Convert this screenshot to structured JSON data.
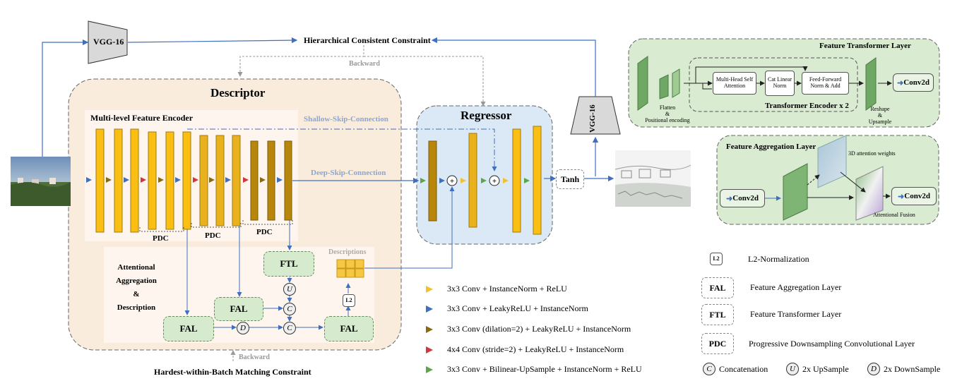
{
  "top_constraint": "Hierarchical Consistent Constraint",
  "vgg_label": "VGG-16",
  "backward_label": "Backward",
  "bottom_constraint": "Hardest-within-Batch Matching Constraint",
  "descriptor": {
    "title": "Descriptor",
    "encoder_title": "Multi-level Feature Encoder",
    "pdc_label": "PDC",
    "shallow_skip": "Shallow-Skip-Connection",
    "deep_skip": "Deep-Skip-Connection",
    "aad_title": [
      "Attentional",
      "Aggregation",
      "&",
      "Description"
    ],
    "ftl": "FTL",
    "fal": "FAL",
    "descriptions": "Descriptions",
    "l2": "L2",
    "ops": {
      "up": "U",
      "down": "D",
      "cat": "C"
    }
  },
  "regressor": {
    "title": "Regressor",
    "tanh": "Tanh"
  },
  "ftl_panel": {
    "title": "Feature Transformer Layer",
    "mha": "Multi-Head Self Attention",
    "cat": "Cat Linear Norm",
    "ff": "Feed-Forward Norm & Add",
    "encoder": "Transformer Encoder x 2",
    "flatten": [
      "Flatten",
      "&",
      "Positional encoding"
    ],
    "reshape": [
      "Reshape",
      "&",
      "Upsample"
    ],
    "conv": "Conv2d"
  },
  "fal_panel": {
    "title": "Feature Aggregation Layer",
    "conv_in": "Conv2d",
    "conv_out": "Conv2d",
    "attn_weights": "3D attention weights",
    "fusion": "Attentional Fusion"
  },
  "legend_arrows": [
    {
      "color": "#f2c12e",
      "text": "3x3 Conv + InstanceNorm + ReLU"
    },
    {
      "color": "#3f6fbf",
      "text": "3x3 Conv + LeakyReLU + InstanceNorm"
    },
    {
      "color": "#8a6a10",
      "text": "3x3 Conv (dilation=2) + LeakyReLU + InstanceNorm"
    },
    {
      "color": "#d4343e",
      "text": "4x4 Conv (stride=2) + LeakyReLU + InstanceNorm"
    },
    {
      "color": "#5aa845",
      "text": "3x3 Conv + Bilinear-UpSample + InstanceNorm + ReLU"
    }
  ],
  "legend_boxes": [
    {
      "key": "L2",
      "text": "L2-Normalization"
    },
    {
      "key": "FAL",
      "text": "Feature Aggregation Layer"
    },
    {
      "key": "FTL",
      "text": "Feature Transformer Layer"
    },
    {
      "key": "PDC",
      "text": "Progressive Downsampling Convolutional Layer"
    }
  ],
  "legend_ops": [
    {
      "key": "C",
      "text": "Concatenation"
    },
    {
      "key": "U",
      "text": "2x UpSample"
    },
    {
      "key": "D",
      "text": "2x DownSample"
    }
  ]
}
